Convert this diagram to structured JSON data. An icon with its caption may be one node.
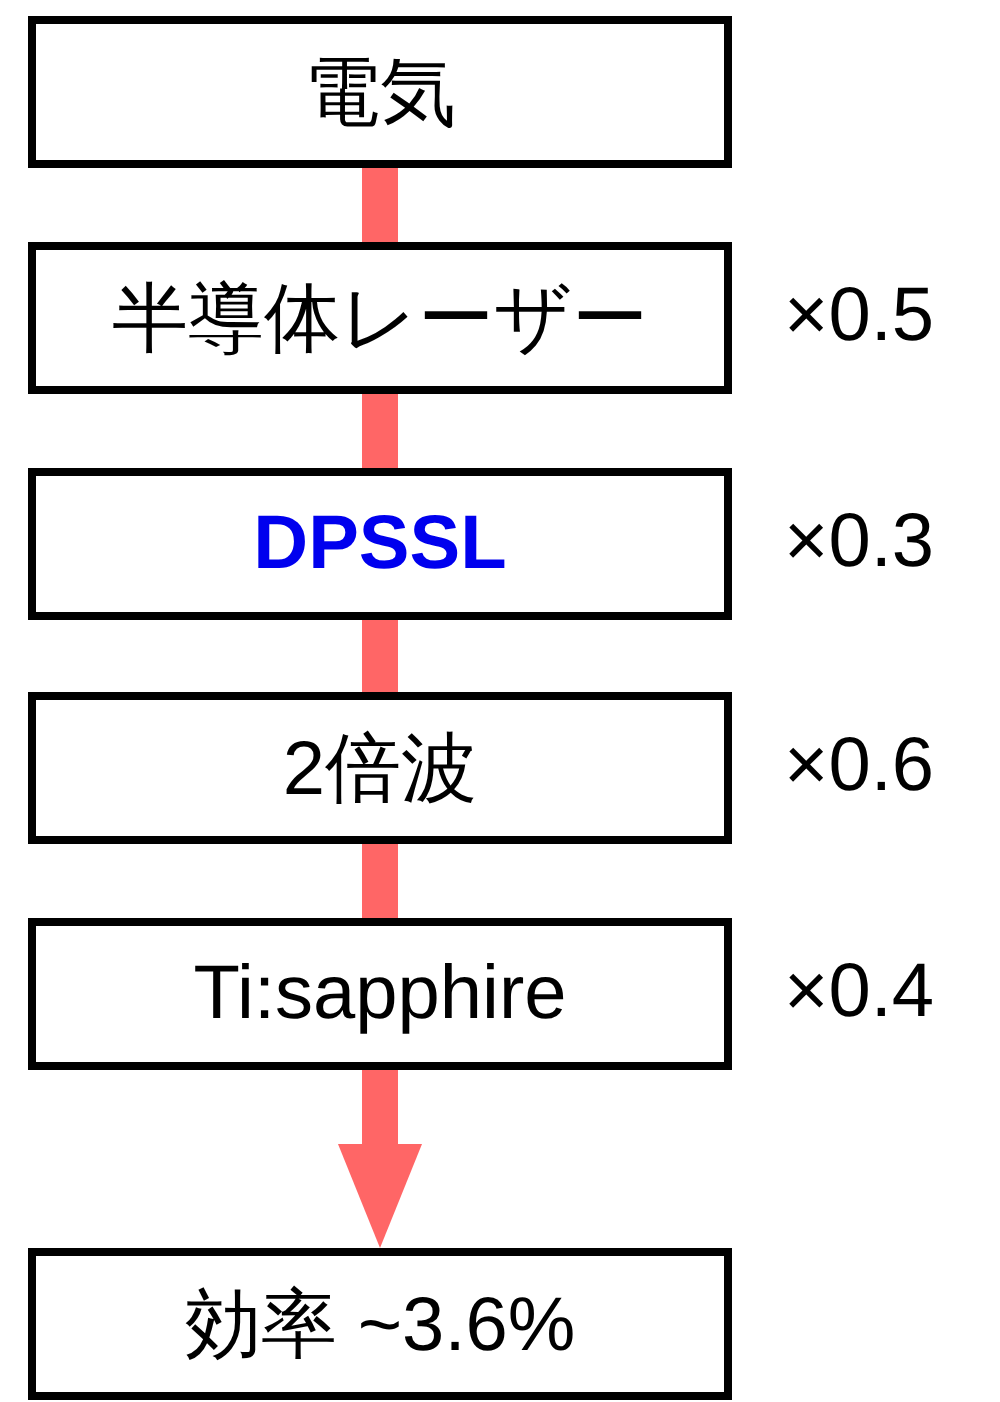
{
  "diagram": {
    "nodes": [
      {
        "text": [
          "電気"
        ]
      },
      {
        "text": [
          "半導体レーザー"
        ],
        "beside": [
          "×0.5"
        ]
      },
      {
        "text": [
          "DPSSL"
        ],
        "beside": [
          "×0.3"
        ]
      },
      {
        "text": [
          "2倍波"
        ],
        "beside": [
          "×0.6"
        ]
      },
      {
        "text": [
          "Ti:sapphire"
        ],
        "beside": [
          "×0.4"
        ]
      },
      {
        "text": [
          "効率 ~3.6%"
        ]
      }
    ],
    "edges": [
      {
        "from": 0,
        "to": 1,
        "arrow": "none"
      },
      {
        "from": 1,
        "to": 2,
        "arrow": "none"
      },
      {
        "from": 2,
        "to": 3,
        "arrow": "none"
      },
      {
        "from": 3,
        "to": 4,
        "arrow": "none"
      },
      {
        "from": 4,
        "to": 5,
        "arrow": "to"
      }
    ]
  }
}
